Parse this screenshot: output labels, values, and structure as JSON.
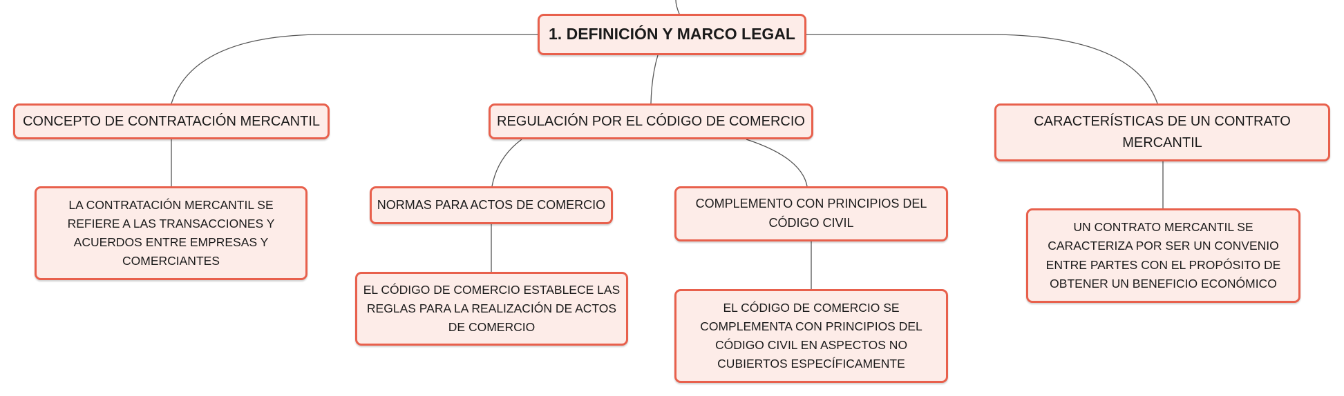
{
  "root": {
    "label": "1. DEFINICIÓN Y MARCO LEGAL"
  },
  "concepto": {
    "label": "CONCEPTO DE CONTRATACIÓN MERCANTIL",
    "detail": "LA CONTRATACIÓN MERCANTIL SE REFIERE A LAS TRANSACCIONES Y ACUERDOS ENTRE EMPRESAS Y COMERCIANTES"
  },
  "regulacion": {
    "label": "REGULACIÓN POR EL CÓDIGO DE COMERCIO",
    "normas": {
      "label": "NORMAS PARA ACTOS DE COMERCIO",
      "detail": "EL CÓDIGO DE COMERCIO ESTABLECE LAS REGLAS PARA LA REALIZACIÓN DE ACTOS DE COMERCIO"
    },
    "complemento": {
      "label": "COMPLEMENTO CON PRINCIPIOS DEL CÓDIGO CIVIL",
      "detail": "EL CÓDIGO DE COMERCIO SE COMPLEMENTA CON PRINCIPIOS DEL CÓDIGO CIVIL EN ASPECTOS NO CUBIERTOS ESPECÍFICAMENTE"
    }
  },
  "caracteristicas": {
    "label": "CARACTERÍSTICAS DE UN CONTRATO MERCANTIL",
    "detail": "UN CONTRATO MERCANTIL SE CARACTERIZA POR SER UN CONVENIO ENTRE PARTES CON EL PROPÓSITO DE OBTENER UN BENEFICIO ECONÓMICO"
  },
  "colors": {
    "node_fill": "#fdece8",
    "node_border": "#e8604c",
    "connector": "#555555"
  }
}
